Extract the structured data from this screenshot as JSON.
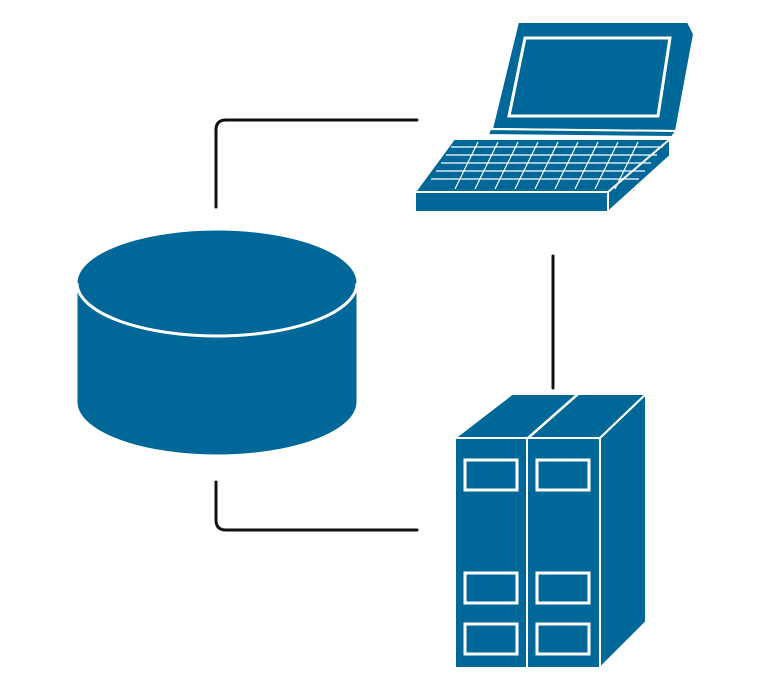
{
  "diagram": {
    "nodes": [
      {
        "id": "database",
        "icon": "database-icon"
      },
      {
        "id": "laptop",
        "icon": "laptop-icon"
      },
      {
        "id": "server",
        "icon": "server-rack-icon"
      }
    ],
    "edges": [
      {
        "from": "database",
        "to": "laptop"
      },
      {
        "from": "laptop",
        "to": "server"
      },
      {
        "from": "database",
        "to": "server"
      }
    ]
  },
  "colors": {
    "icon_fill": "#006898",
    "icon_outline": "#ffffff",
    "connector": "#111111",
    "background": "#ffffff"
  }
}
